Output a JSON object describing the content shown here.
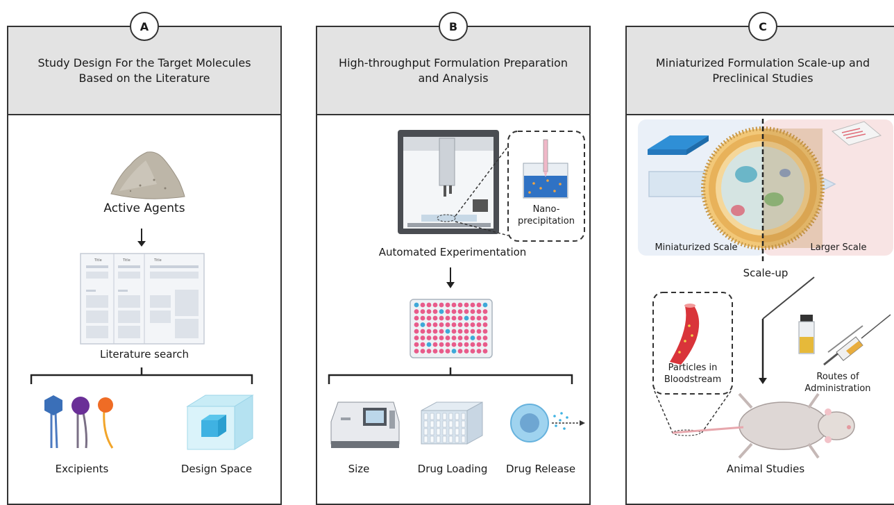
{
  "panels": [
    {
      "badge": "A",
      "title": "Study Design For the Target Molecules\nBased on the Literature",
      "labels": {
        "active_agents": "Active Agents",
        "literature_search": "Literature search",
        "excipients": "Excipients",
        "design_space": "Design Space",
        "doc_col1": "Title",
        "doc_col2": "Title",
        "doc_col3": "Title"
      }
    },
    {
      "badge": "B",
      "title": "High-throughput Formulation Preparation\nand Analysis",
      "labels": {
        "nano_line1": "Nano-",
        "nano_line2": "precipitation",
        "automated": "Automated Experimentation",
        "size": "Size",
        "drug_loading": "Drug Loading",
        "drug_release": "Drug Release"
      }
    },
    {
      "badge": "C",
      "title": "Miniaturized Formulation Scale-up and\nPreclinical Studies",
      "labels": {
        "mini_scale": "Miniaturized Scale",
        "larger_scale": "Larger Scale",
        "scale_up": "Scale-up",
        "particles_line1": "Particles in",
        "particles_line2": "Bloodstream",
        "routes": "Routes of Administration",
        "animal": "Animal Studies"
      }
    }
  ],
  "colors": {
    "border": "#333333",
    "header_bg": "#e3e3e3",
    "accent_blue": "#3ea8d8",
    "accent_purple": "#7a3ea0",
    "accent_orange": "#f07a2a",
    "well_pink": "#e85b8a",
    "mini_scale_bg": "#eaf0f8",
    "larger_scale_bg": "#f8e4e4"
  }
}
